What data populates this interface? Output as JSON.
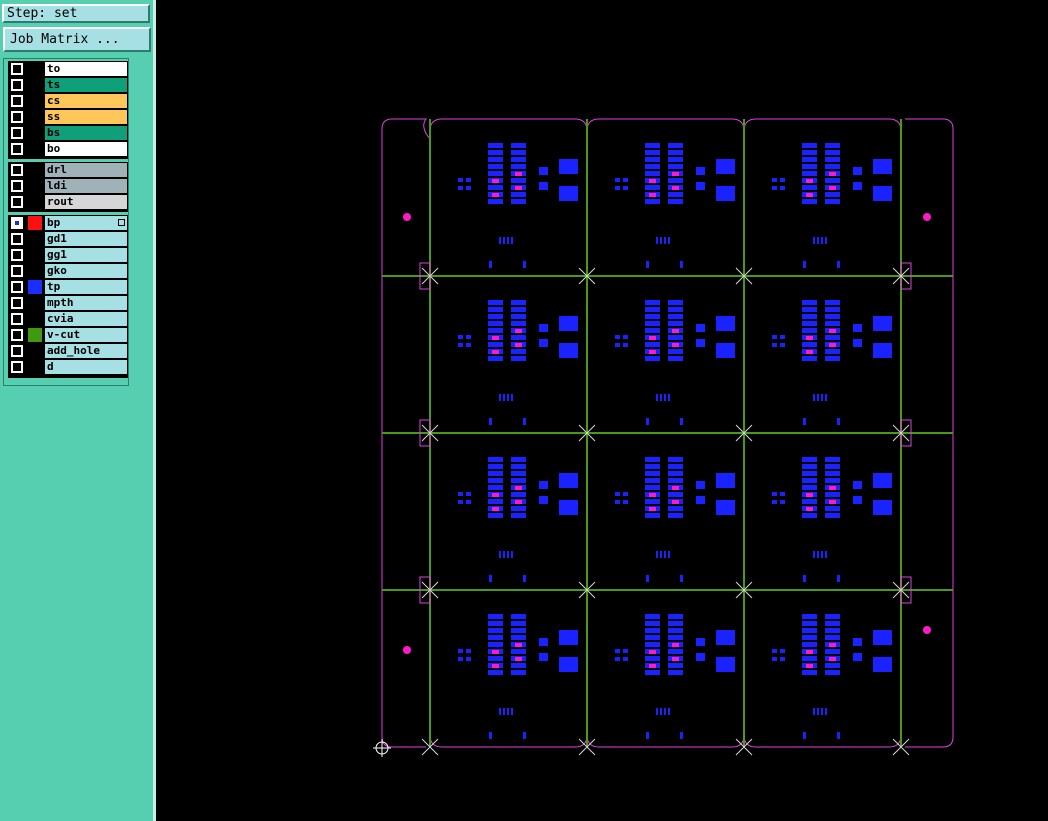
{
  "step": {
    "label": "Step: set"
  },
  "job_matrix": {
    "label": "Job Matrix ..."
  },
  "layer_groups": [
    {
      "layers": [
        {
          "name": "to",
          "bg": "#ffffff",
          "swatch": "#000000",
          "checked": false
        },
        {
          "name": "ts",
          "bg": "#0fa07a",
          "swatch": "#000000",
          "checked": false
        },
        {
          "name": "cs",
          "bg": "#ffc65a",
          "swatch": "#000000",
          "checked": false
        },
        {
          "name": "ss",
          "bg": "#ffc65a",
          "swatch": "#000000",
          "checked": false
        },
        {
          "name": "bs",
          "bg": "#0fa07a",
          "swatch": "#000000",
          "checked": false
        },
        {
          "name": "bo",
          "bg": "#ffffff",
          "swatch": "#000000",
          "checked": false
        }
      ]
    },
    {
      "layers": [
        {
          "name": "drl",
          "bg": "#9fb2b8",
          "swatch": "#000000",
          "checked": false
        },
        {
          "name": "ldi",
          "bg": "#9fb2b8",
          "swatch": "#000000",
          "checked": false
        },
        {
          "name": "rout",
          "bg": "#d6d6d6",
          "swatch": "#000000",
          "checked": false
        }
      ]
    },
    {
      "layers": [
        {
          "name": "bp",
          "bg": "#a7e0e4",
          "swatch": "#ff1010",
          "checked": true
        },
        {
          "name": "gd1",
          "bg": "#a7e0e4",
          "swatch": "#000000",
          "checked": false
        },
        {
          "name": "gg1",
          "bg": "#a7e0e4",
          "swatch": "#000000",
          "checked": false
        },
        {
          "name": "gko",
          "bg": "#a7e0e4",
          "swatch": "#000000",
          "checked": false
        },
        {
          "name": "tp",
          "bg": "#a7e0e4",
          "swatch": "#1a2fff",
          "checked": false
        },
        {
          "name": "mpth",
          "bg": "#a7e0e4",
          "swatch": "#000000",
          "checked": false
        },
        {
          "name": "cvia",
          "bg": "#a7e0e4",
          "swatch": "#000000",
          "checked": false
        },
        {
          "name": "v-cut",
          "bg": "#a7e0e4",
          "swatch": "#3f9a10",
          "checked": false
        },
        {
          "name": "add_hole",
          "bg": "#a7e0e4",
          "swatch": "#000000",
          "checked": false
        },
        {
          "name": "d",
          "bg": "#a7e0e4",
          "swatch": "#000000",
          "checked": false
        }
      ]
    }
  ],
  "panel": {
    "columns": 3,
    "rows": 4
  },
  "colors": {
    "outline": "#e040e0",
    "vcut": "#4a9a18",
    "pad": "#1a23ff",
    "pad_hot": "#ff19c8",
    "fiducial": "#ff19c8"
  }
}
